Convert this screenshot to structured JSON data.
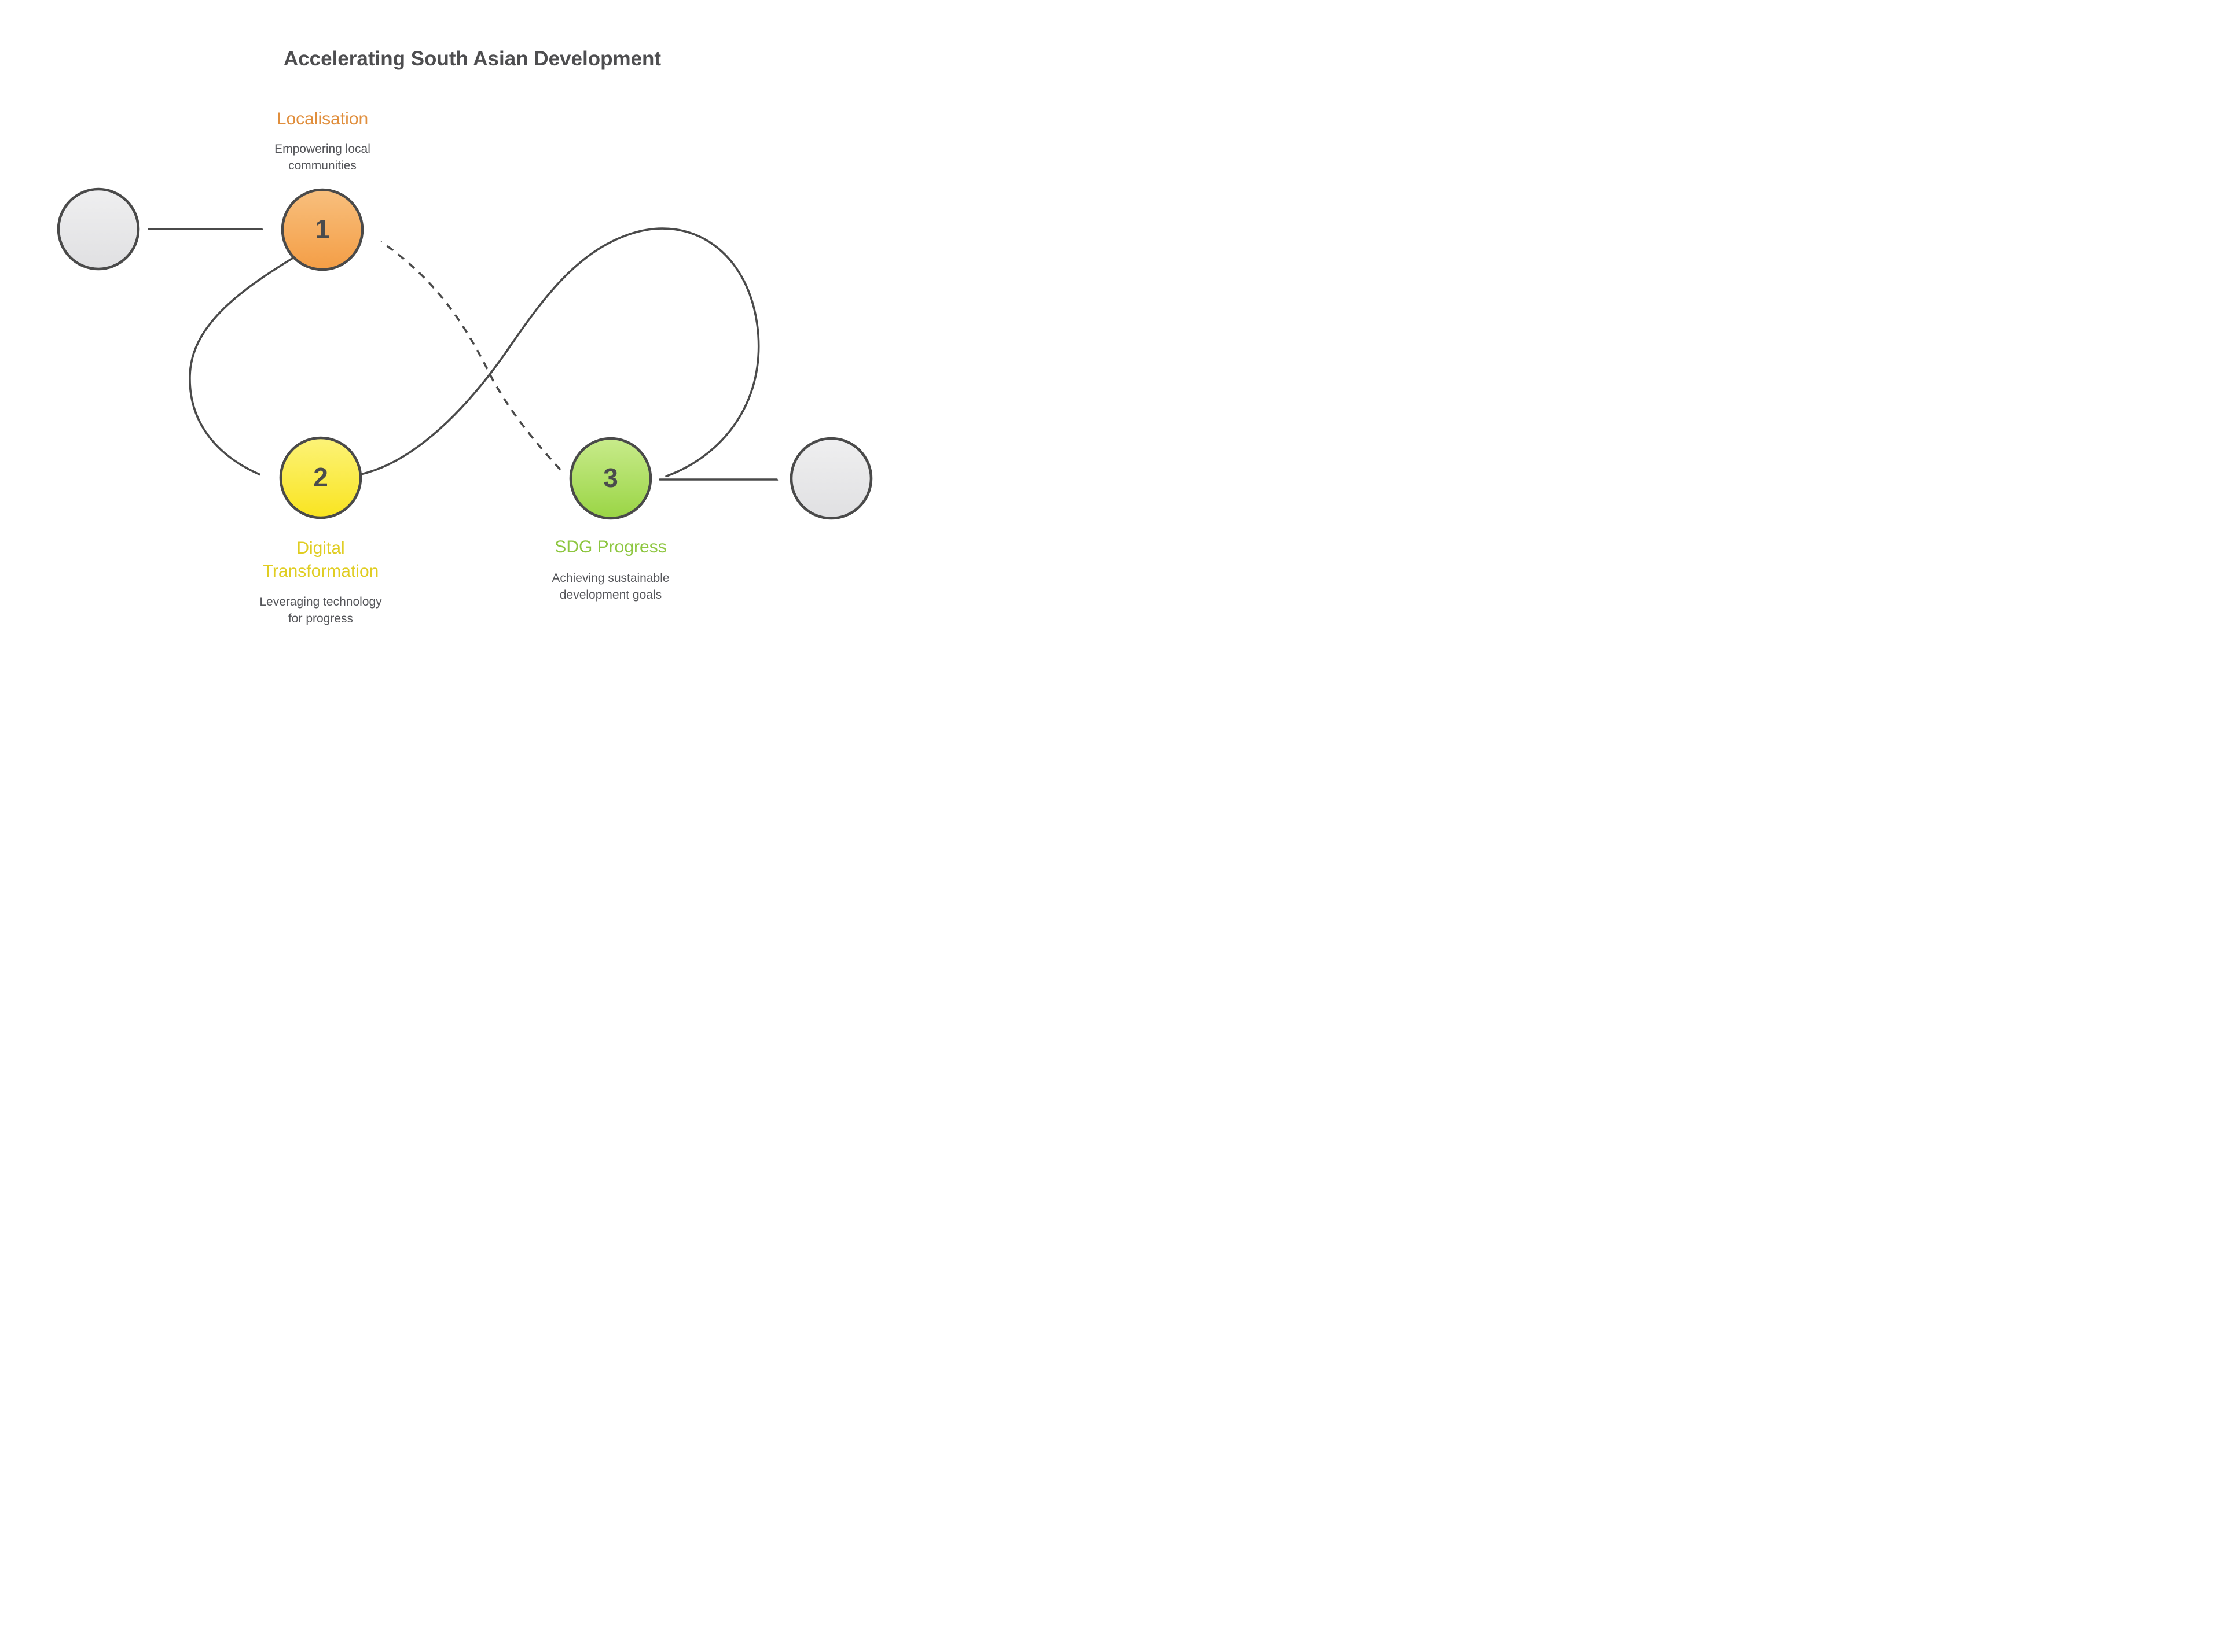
{
  "title": "Accelerating South Asian Development",
  "diagram": {
    "line_color": "#4A4A4A",
    "node_border_color": "#4A4A4A",
    "description_text_color": "#55565A",
    "title_text_color": "#4E4E50",
    "steps": [
      {
        "number": "1",
        "heading_lines": [
          "Localisation"
        ],
        "description_lines": [
          "Empowering local",
          "communities"
        ],
        "heading_color": "#E08E3C",
        "node_color_top": "#F8BF7D",
        "node_color_bottom": "#F49E46"
      },
      {
        "number": "2",
        "heading_lines": [
          "Digital",
          "Transformation"
        ],
        "description_lines": [
          "Leveraging technology",
          "for progress"
        ],
        "heading_color": "#E0CD22",
        "node_color_top": "#FCF378",
        "node_color_bottom": "#F9E420"
      },
      {
        "number": "3",
        "heading_lines": [
          "SDG Progress"
        ],
        "description_lines": [
          "Achieving sustainable",
          "development goals"
        ],
        "heading_color": "#8DC63F",
        "node_color_top": "#C8EB8B",
        "node_color_bottom": "#9AD545"
      }
    ],
    "terminals": {
      "color_top": "#EFEFF0",
      "color_bottom": "#E0E0E2"
    }
  }
}
